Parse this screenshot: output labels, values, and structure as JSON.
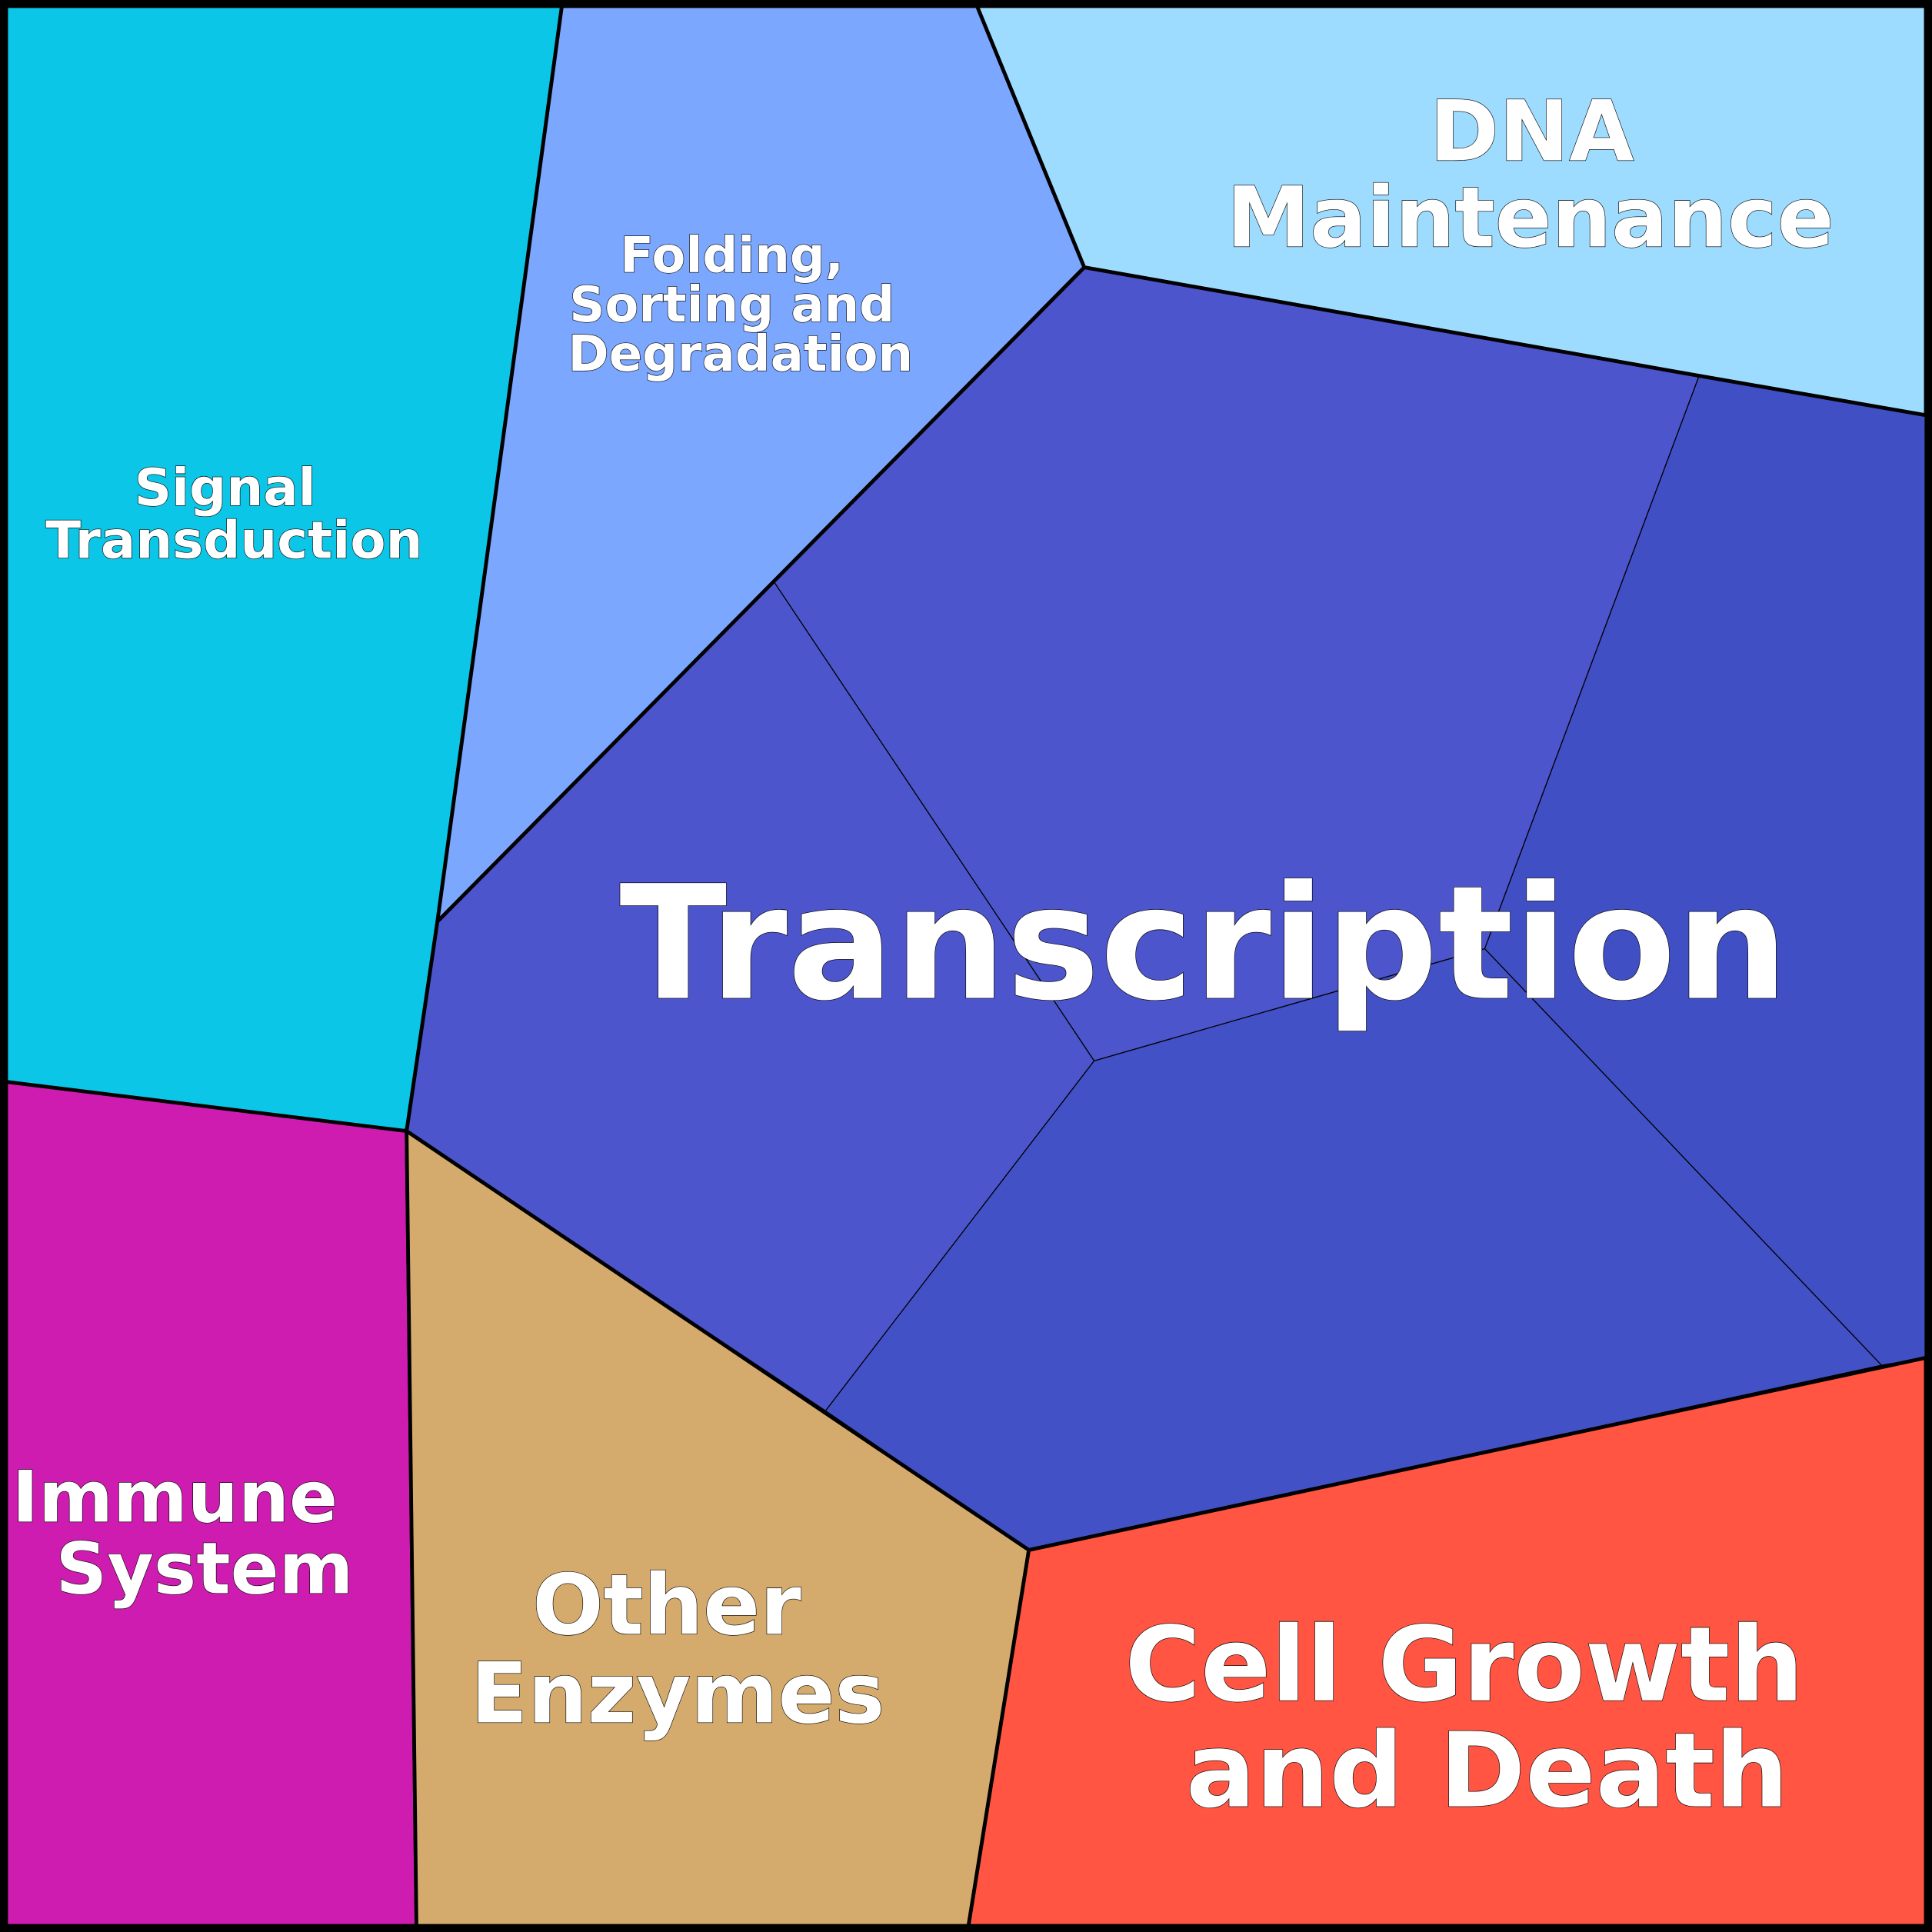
{
  "title_regions": {
    "signal_transduction": [
      "Signal",
      "Transduction"
    ],
    "folding": [
      "Folding,",
      "Sorting and",
      "Degradation"
    ],
    "dna_maintenance": [
      "DNA",
      "Maintenance"
    ],
    "transcription": [
      "Transcription"
    ],
    "immune_system": [
      "Immune",
      "System"
    ],
    "other_enzymes": [
      "Other",
      "Enzymes"
    ],
    "cell_growth": [
      "Cell Growth",
      "and Death"
    ]
  },
  "colors": {
    "signal_transduction": "#0BC6E6",
    "folding": "#7BA7FF",
    "dna_maintenance": "#9EDCFF",
    "transcription_a": "#4C55CB",
    "transcription_b": "#4C55CB",
    "transcription_c": "#404FC4",
    "transcription_d": "#4252C6",
    "immune_system": "#CF1CB0",
    "other_enzymes": "#D5AB6D",
    "cell_growth": "#FF5542"
  }
}
